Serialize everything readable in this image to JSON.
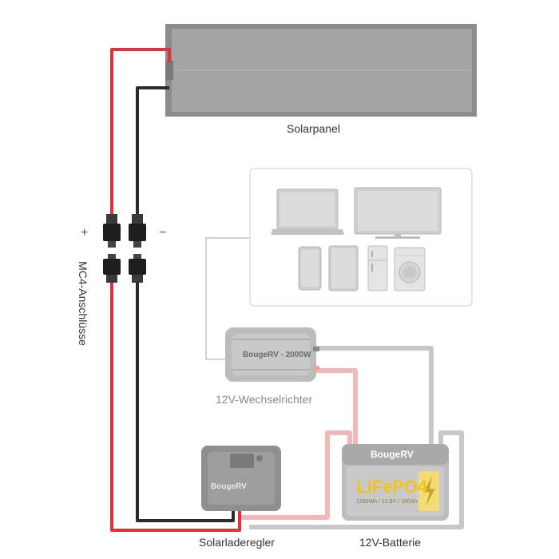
{
  "labels": {
    "solar_panel": "Solarpanel",
    "connectors": "MC4-Anschlüsse",
    "plus": "+",
    "minus": "−",
    "inverter": "12V-Wechselrichter",
    "charge_controller": "Solarladeregler",
    "battery": "12V-Batterie"
  },
  "inverter_device": {
    "brand": "BougeRV",
    "power": "2000W"
  },
  "battery_device": {
    "brand": "BougeRV",
    "chemistry": "LiFePO4",
    "spec": "1280Wh / 12.8V / 100Ah"
  },
  "charge_controller_device": {
    "brand": "BougeRV"
  },
  "colors": {
    "wire_positive": "#e0323a",
    "wire_negative": "#2b2b2b",
    "wire_faded_positive": "#f2b8b8",
    "wire_faded_negative": "#c8c8c8",
    "panel": "#9a9a9a",
    "battery_accent": "#f0c419"
  },
  "appliances_icons": [
    "laptop-icon",
    "tv-icon",
    "smartphone-icon",
    "tablet-icon",
    "fridge-icon",
    "washing-machine-icon"
  ]
}
